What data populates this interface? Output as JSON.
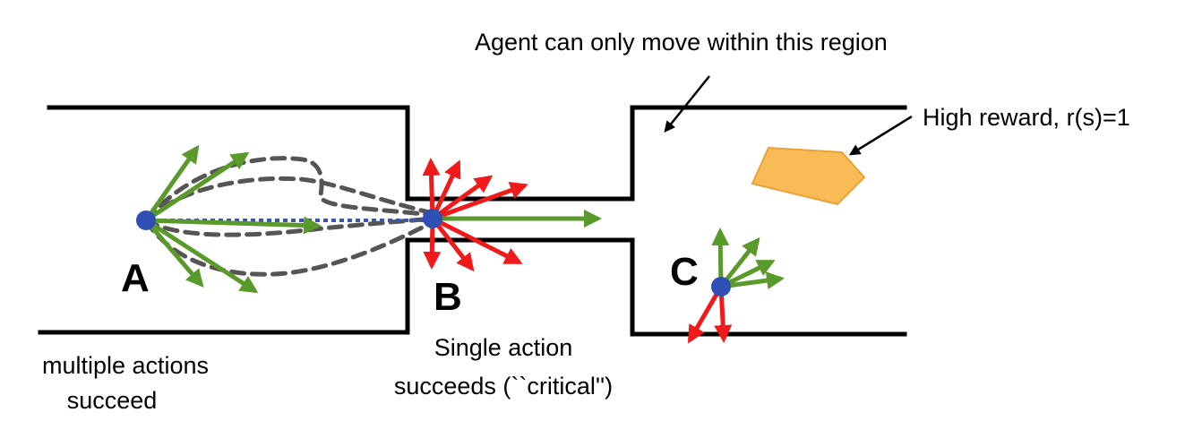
{
  "labels": {
    "point_a": "A",
    "point_b": "B",
    "point_c": "C",
    "region_note": "Agent can only move within this region",
    "reward_note": "High reward, r(s)=1",
    "caption_a_line1": "multiple actions",
    "caption_a_line2": "succeed",
    "caption_b_line1": "Single action",
    "caption_b_line2": "succeeds (``critical'')"
  },
  "colors": {
    "wall": "#000000",
    "state_dot": "#2f4fb5",
    "success_arrow": "#5a9a2b",
    "failure_arrow": "#f01a1a",
    "trajectory": "#555555",
    "reward_fill": "#f8bb55",
    "reward_stroke": "#eaa235"
  }
}
